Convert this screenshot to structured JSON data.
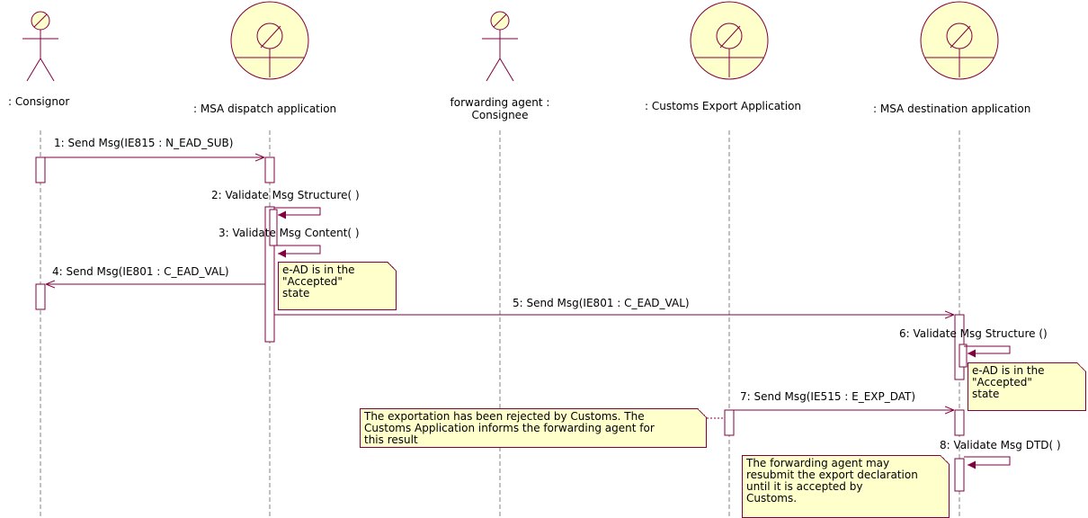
{
  "participants": [
    {
      "id": "consignor",
      "kind": "actor",
      "label": ": Consignor"
    },
    {
      "id": "dispatch",
      "kind": "boundary",
      "label": ": MSA dispatch application"
    },
    {
      "id": "forwarder",
      "kind": "actor",
      "label_line1": "forwarding agent :",
      "label_line2": "Consignee"
    },
    {
      "id": "customs",
      "kind": "boundary",
      "label": ": Customs Export Application"
    },
    {
      "id": "destination",
      "kind": "boundary",
      "label": ": MSA destination application"
    }
  ],
  "messages": [
    {
      "n": 1,
      "label": "1: Send Msg(IE815 : N_EAD_SUB)",
      "from": "consignor",
      "to": "dispatch"
    },
    {
      "n": 2,
      "label": "2: Validate Msg Structure( )",
      "from": "dispatch",
      "to": "dispatch"
    },
    {
      "n": 3,
      "label": "3: Validate Msg Content( )",
      "from": "dispatch",
      "to": "dispatch"
    },
    {
      "n": 4,
      "label": "4: Send Msg(IE801 : C_EAD_VAL)",
      "from": "dispatch",
      "to": "consignor"
    },
    {
      "n": 5,
      "label": "5: Send Msg(IE801 : C_EAD_VAL)",
      "from": "dispatch",
      "to": "destination"
    },
    {
      "n": 6,
      "label": "6: Validate Msg Structure ()",
      "from": "destination",
      "to": "destination"
    },
    {
      "n": 7,
      "label": "7: Send Msg(IE515 : E_EXP_DAT)",
      "from": "customs",
      "to": "destination"
    },
    {
      "n": 8,
      "label": "8: Validate Msg DTD( )",
      "from": "destination",
      "to": "destination"
    }
  ],
  "notes": {
    "accepted_1": [
      "e-AD is in the",
      "\"Accepted\"",
      "state"
    ],
    "accepted_2": [
      "e-AD is in the",
      "\"Accepted\"",
      "state"
    ],
    "rejected": [
      "The exportation has been rejected by Customs. The",
      "Customs Application informs the forwarding agent for",
      "this result"
    ],
    "resubmit": [
      "The forwarding agent may",
      "resubmit the export declaration",
      "until it is accepted by",
      "Customs."
    ]
  },
  "colors": {
    "line": "#800040",
    "fill": "#ffffcc",
    "lifeline": "#808080"
  }
}
